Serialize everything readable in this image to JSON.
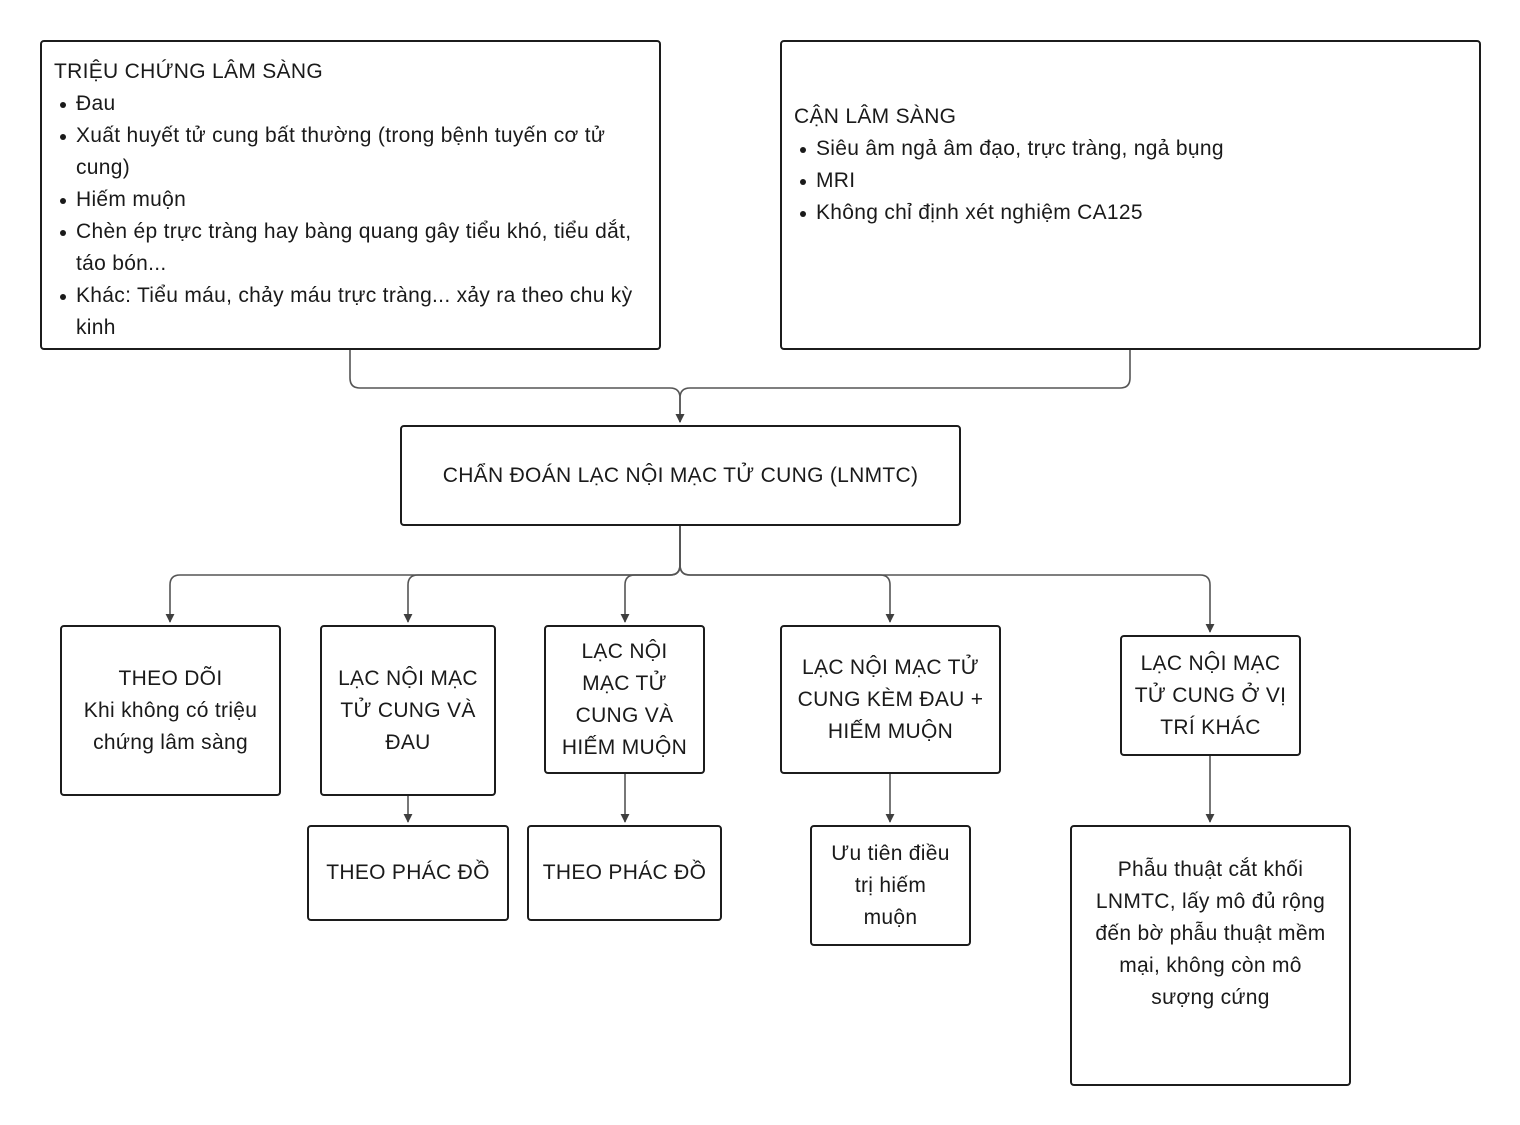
{
  "clinical": {
    "title": "TRIỆU CHỨNG LÂM SÀNG",
    "items": [
      "Đau",
      "Xuất huyết tử cung bất thường (trong bệnh tuyến cơ tử cung)",
      "Hiếm muộn",
      "Chèn ép trực tràng hay bàng quang gây tiểu khó, tiểu dắt, táo bón...",
      "Khác: Tiểu máu, chảy máu trực tràng... xảy ra theo chu kỳ kinh"
    ]
  },
  "paraclinical": {
    "title": "CẬN LÂM SÀNG",
    "items": [
      "Siêu âm ngả âm đạo, trực tràng, ngả bụng",
      "MRI",
      "Không chỉ định xét nghiệm CA125"
    ]
  },
  "diagnosis": {
    "label": "CHẨN ĐOÁN LẠC NỘI MẠC TỬ CUNG (LNMTC)"
  },
  "branches": {
    "monitor": {
      "lines": [
        "THEO DÕI",
        "Khi không có triệu",
        "chứng lâm sàng"
      ]
    },
    "pain": {
      "lines": [
        "LẠC NỘI MẠC",
        "TỬ CUNG VÀ",
        "ĐAU"
      ]
    },
    "infertility": {
      "lines": [
        "LẠC NỘI",
        "MẠC TỬ",
        "CUNG VÀ",
        "HIẾM MUỘN"
      ]
    },
    "pain_infertility": {
      "lines": [
        "LẠC NỘI MẠC TỬ",
        "CUNG KÈM ĐAU +",
        "HIẾM MUỘN"
      ]
    },
    "other_site": {
      "lines": [
        "LẠC NỘI MẠC",
        "TỬ CUNG Ở VỊ",
        "TRÍ KHÁC"
      ]
    }
  },
  "outcomes": {
    "pain_protocol": "THEO PHÁC ĐỒ",
    "infertility_protocol": "THEO PHÁC ĐỒ",
    "priority": {
      "lines": [
        "Ưu tiên điều",
        "trị hiếm",
        "muộn"
      ]
    },
    "surgery": {
      "lines": [
        "Phẫu thuật cắt khối",
        "LNMTC, lấy mô đủ rộng",
        "đến bờ phẫu thuật mềm",
        "mại, không còn mô",
        "sượng cứng"
      ]
    }
  },
  "colors": {
    "stroke": "#1c1c1c",
    "connector": "#555555",
    "arrowhead": "#3f3f3f",
    "background": "#ffffff"
  }
}
